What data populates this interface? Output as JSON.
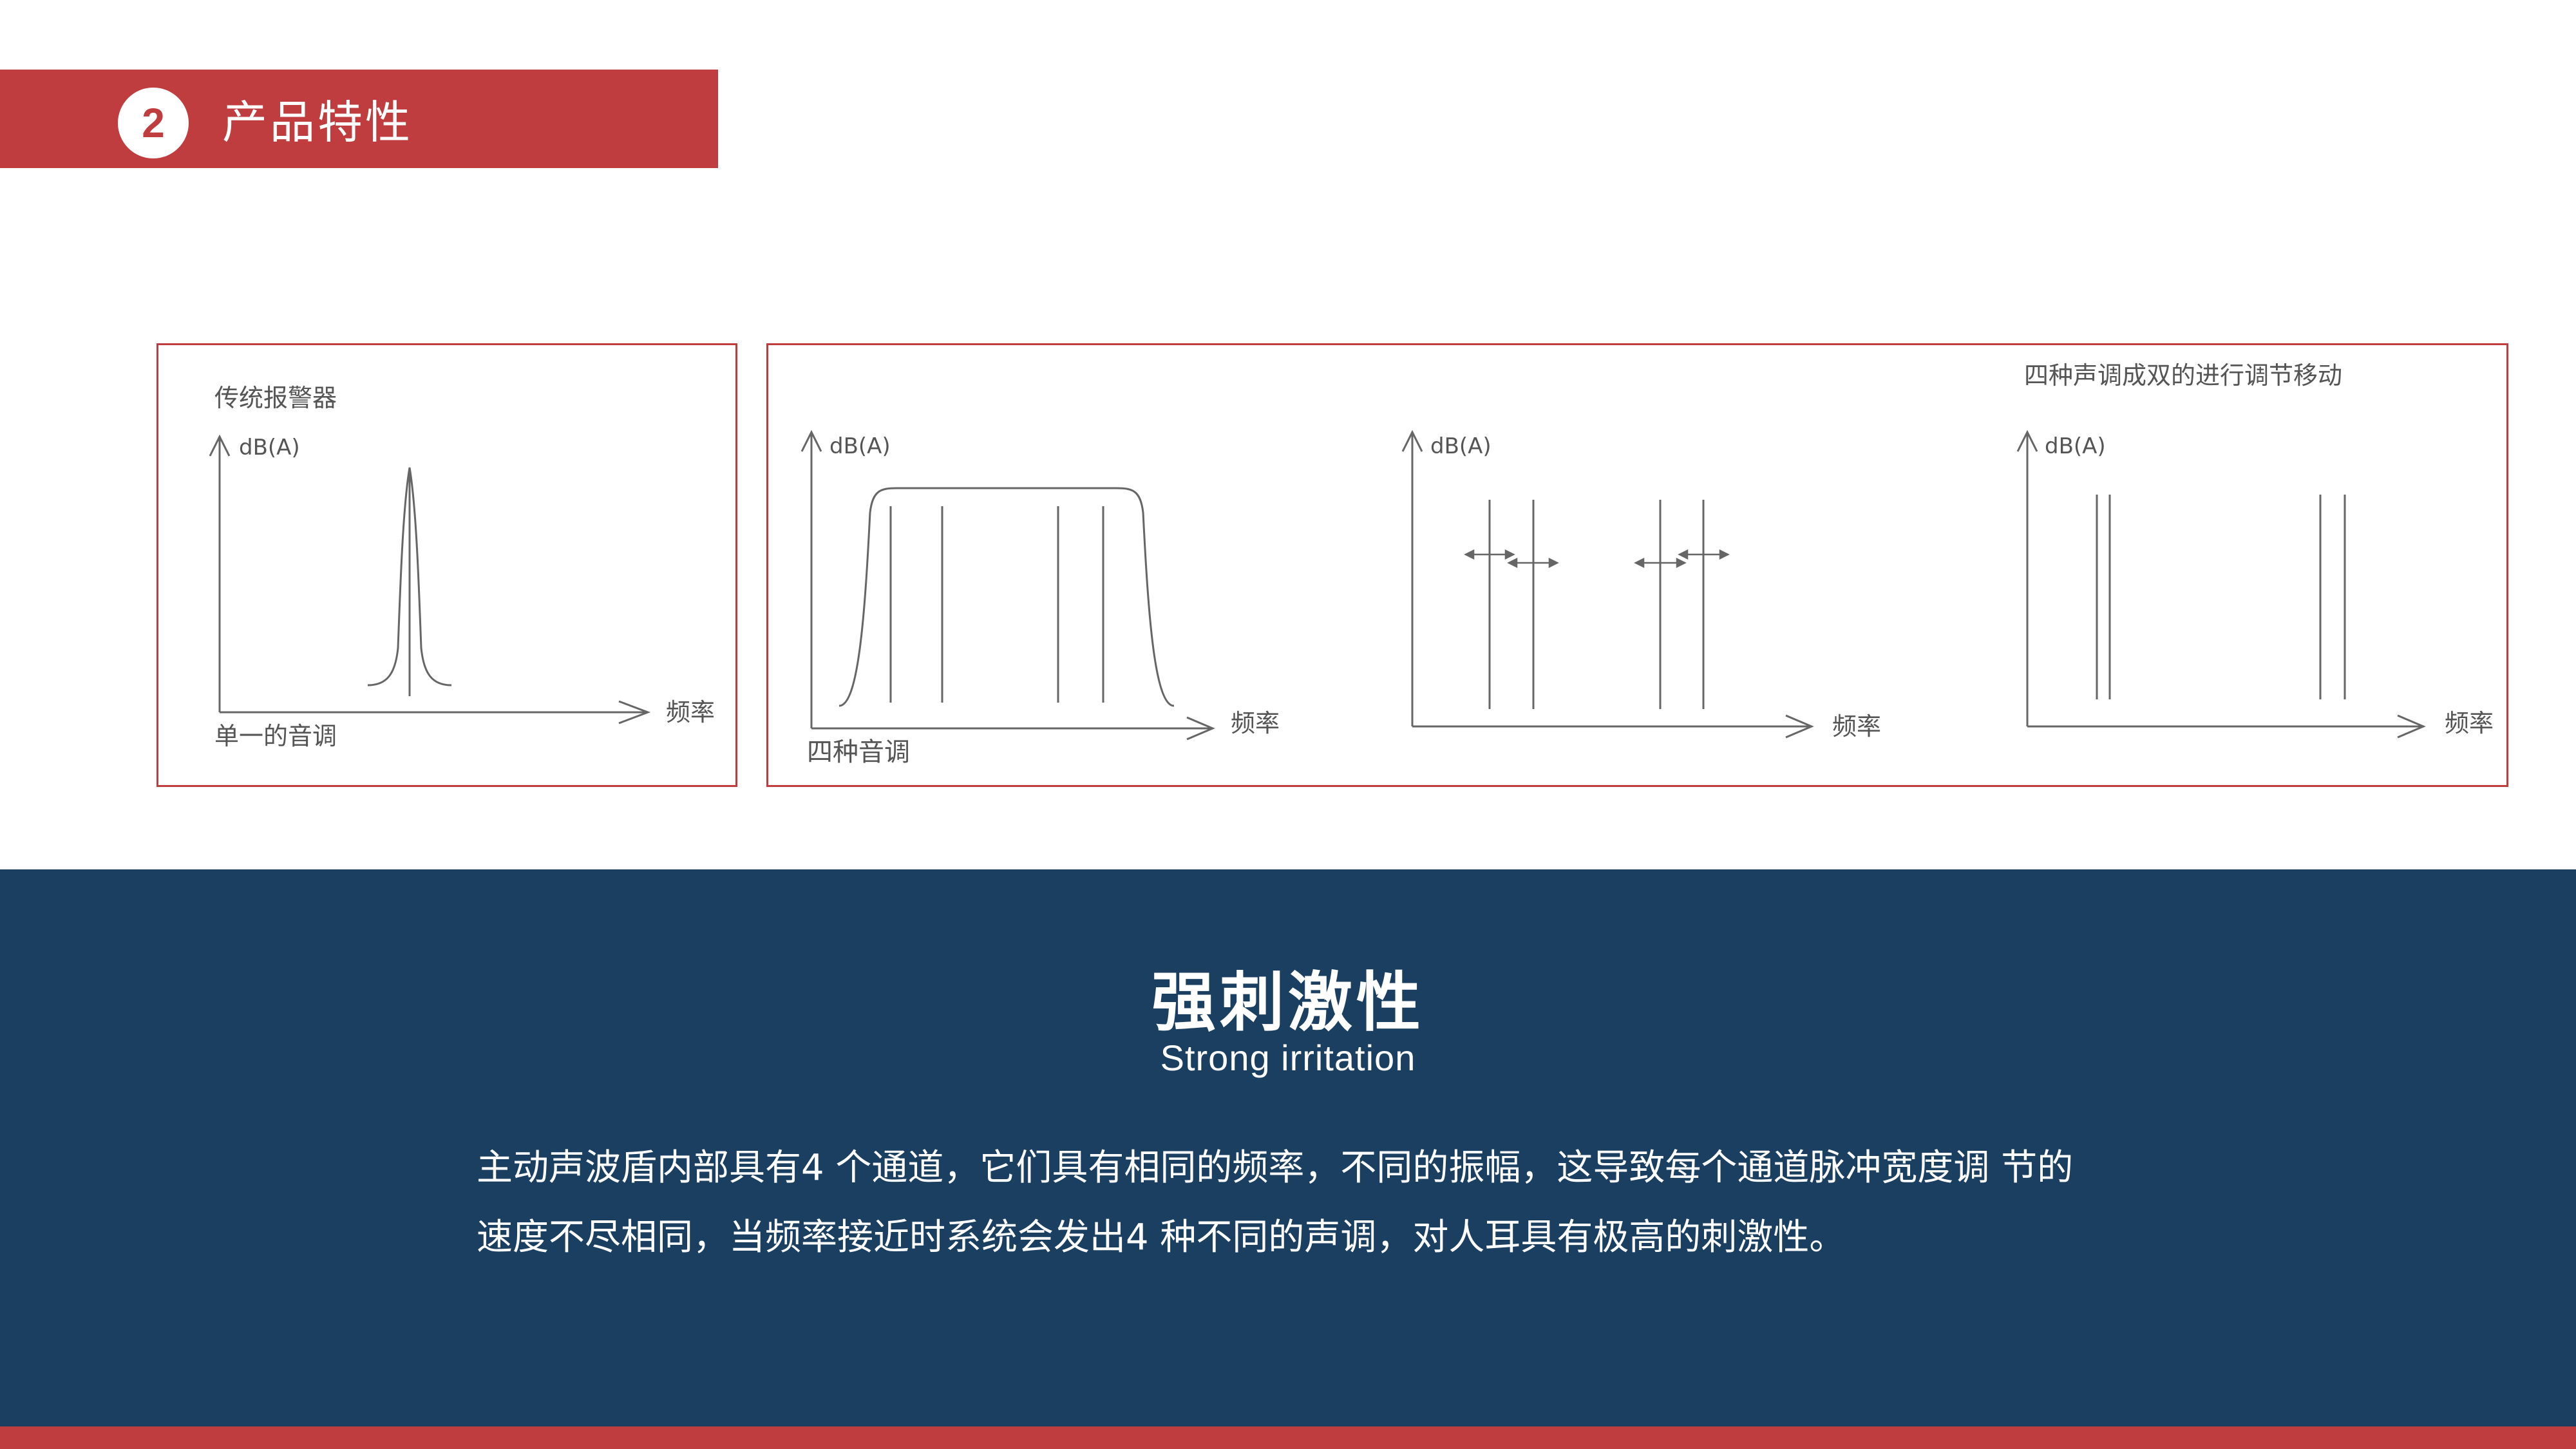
{
  "header": {
    "number": "2",
    "title": "产品特性"
  },
  "panel_left": {
    "title": "传统报警器",
    "y_label": "dB(A)",
    "x_label": "频率",
    "caption": "单一的音调"
  },
  "panel_right": {
    "annotation": "四种声调成双的进行调节移动",
    "chart1": {
      "y_label": "dB(A)",
      "x_label": "频率",
      "caption": "四种音调"
    },
    "chart2": {
      "y_label": "dB(A)",
      "x_label": "频率"
    },
    "chart3": {
      "y_label": "dB(A)",
      "x_label": "频率"
    }
  },
  "section": {
    "title": "强刺激性",
    "subtitle": "Strong irritation",
    "body_line1": "主动声波盾内部具有4 个通道，它们具有相同的频率，不同的振幅，这导致每个通道脉冲宽度调 节的",
    "body_line2": "速度不尽相同，当频率接近时系统会发出4 种不同的声调，对人耳具有极高的刺激性。"
  },
  "colors": {
    "accent_red": "#c03d3f",
    "navy": "#1b3f61",
    "line_gray": "#666666"
  }
}
